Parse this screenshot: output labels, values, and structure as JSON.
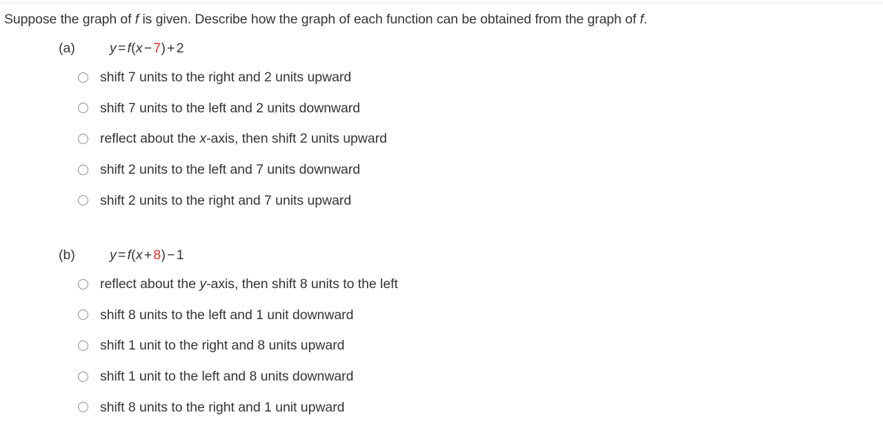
{
  "page": {
    "prompt_prefix": "Suppose the graph of ",
    "prompt_var1": "f",
    "prompt_middle": " is given. Describe how the graph of each function can be obtained from the graph of ",
    "prompt_var2": "f",
    "prompt_suffix": ".",
    "prompt_full": "Suppose the graph of f is given. Describe how the graph of each function can be obtained from the graph of f.",
    "accent_red": "#ee2b24",
    "text_color": "#333333",
    "radio_border_color": "#8a8a8a",
    "rule_color": "#e3e3e3"
  },
  "parts": [
    {
      "label": "(a)",
      "equation": {
        "lhs": "y",
        "equals": "=",
        "fn": "f",
        "open_paren": "(",
        "inner_var": "x",
        "inner_op": "−",
        "inner_value": "7",
        "close_paren": ")",
        "outer_op": "+",
        "outer_value": "2",
        "plain": "y = f(x − 7) + 2"
      },
      "options": [
        {
          "text": "shift 7 units to the right and 2 units upward",
          "selected": false
        },
        {
          "text": "shift 7 units to the left and 2 units downward",
          "selected": false
        },
        {
          "pre": "reflect about the ",
          "ital": "x",
          "post": "-axis, then shift 2 units upward",
          "text": "reflect about the x-axis, then shift 2 units upward",
          "selected": false
        },
        {
          "text": "shift 2 units to the left and 7 units downward",
          "selected": false
        },
        {
          "text": "shift 2 units to the right and 7 units upward",
          "selected": false
        }
      ]
    },
    {
      "label": "(b)",
      "equation": {
        "lhs": "y",
        "equals": "=",
        "fn": "f",
        "open_paren": "(",
        "inner_var": "x",
        "inner_op": "+",
        "inner_value": "8",
        "close_paren": ")",
        "outer_op": "−",
        "outer_value": "1",
        "plain": "y = f(x + 8) − 1"
      },
      "options": [
        {
          "pre": "reflect about the ",
          "ital": "y",
          "post": "-axis, then shift 8 units to the left",
          "text": "reflect about the y-axis, then shift 8 units to the left",
          "selected": false
        },
        {
          "text": "shift 8 units to the left and 1 unit downward",
          "selected": false
        },
        {
          "text": "shift 1 unit to the right and 8 units upward",
          "selected": false
        },
        {
          "text": "shift 1 unit to the left and 8 units downward",
          "selected": false
        },
        {
          "text": "shift 8 units to the right and 1 unit upward",
          "selected": false
        }
      ]
    }
  ]
}
